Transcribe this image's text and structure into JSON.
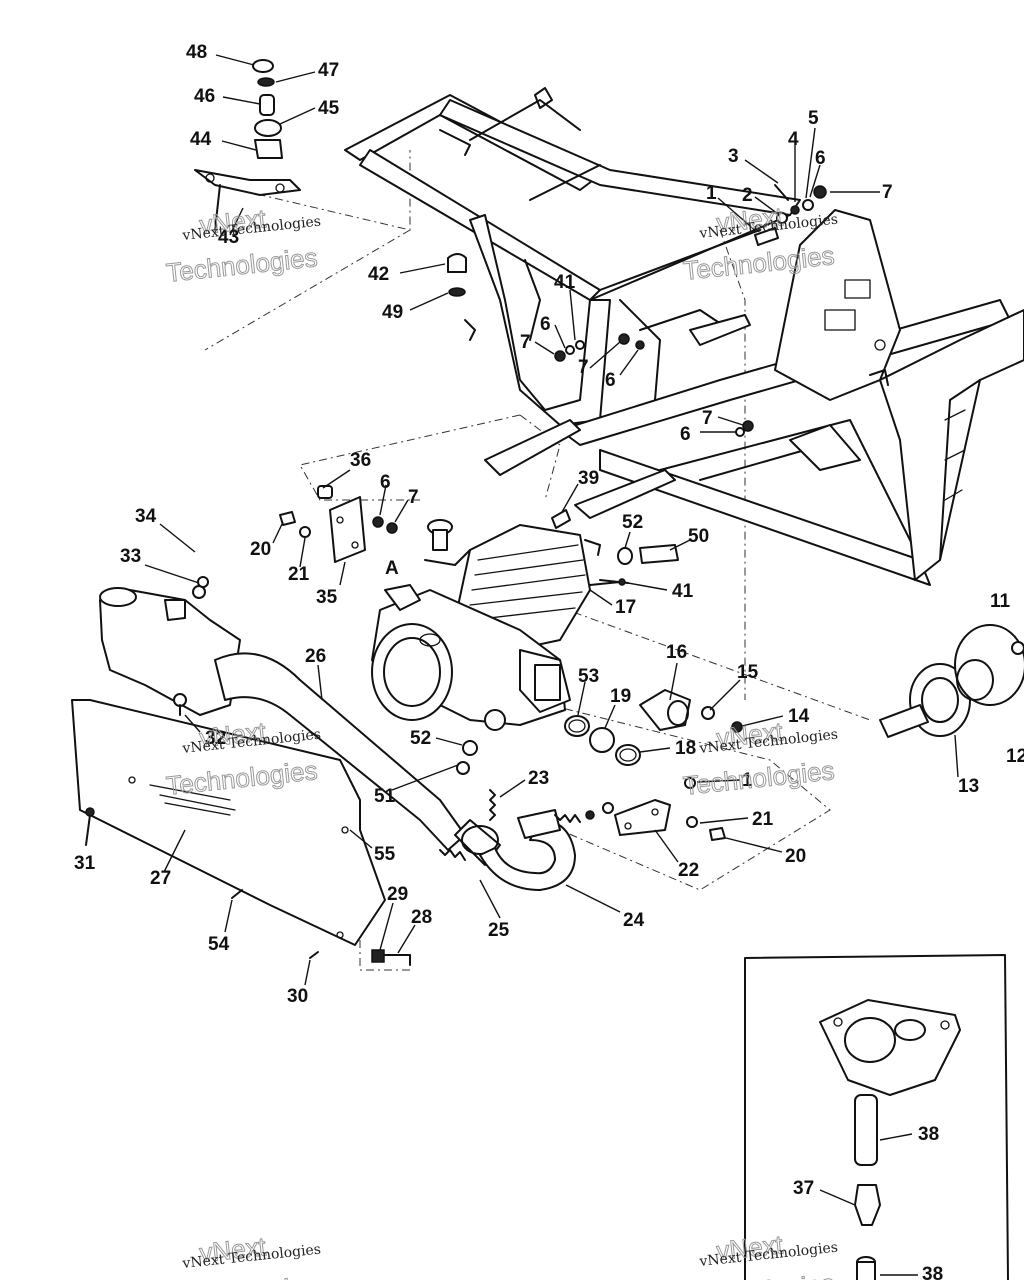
{
  "diagram": {
    "callouts": [
      {
        "label": "48"
      },
      {
        "label": "47"
      },
      {
        "label": "46"
      },
      {
        "label": "45"
      },
      {
        "label": "44"
      },
      {
        "label": "43"
      },
      {
        "label": "42"
      },
      {
        "label": "49"
      },
      {
        "label": "41"
      },
      {
        "label": "6"
      },
      {
        "label": "7"
      },
      {
        "label": "7"
      },
      {
        "label": "6"
      },
      {
        "label": "5"
      },
      {
        "label": "4"
      },
      {
        "label": "3"
      },
      {
        "label": "6"
      },
      {
        "label": "7"
      },
      {
        "label": "1"
      },
      {
        "label": "2"
      },
      {
        "label": "7"
      },
      {
        "label": "6"
      },
      {
        "label": "36"
      },
      {
        "label": "6"
      },
      {
        "label": "7"
      },
      {
        "label": "39"
      },
      {
        "label": "34"
      },
      {
        "label": "33"
      },
      {
        "label": "20"
      },
      {
        "label": "21"
      },
      {
        "label": "35"
      },
      {
        "label": "52"
      },
      {
        "label": "50"
      },
      {
        "label": "41"
      },
      {
        "label": "17"
      },
      {
        "label": "11"
      },
      {
        "label": "26"
      },
      {
        "label": "16"
      },
      {
        "label": "15"
      },
      {
        "label": "14"
      },
      {
        "label": "53"
      },
      {
        "label": "19"
      },
      {
        "label": "18"
      },
      {
        "label": "32"
      },
      {
        "label": "52"
      },
      {
        "label": "51"
      },
      {
        "label": "23"
      },
      {
        "label": "1"
      },
      {
        "label": "21"
      },
      {
        "label": "20"
      },
      {
        "label": "22"
      },
      {
        "label": "13"
      },
      {
        "label": "12"
      },
      {
        "label": "31"
      },
      {
        "label": "27"
      },
      {
        "label": "55"
      },
      {
        "label": "25"
      },
      {
        "label": "24"
      },
      {
        "label": "29"
      },
      {
        "label": "28"
      },
      {
        "label": "54"
      },
      {
        "label": "30"
      },
      {
        "label": "38"
      },
      {
        "label": "37"
      },
      {
        "label": "38"
      }
    ],
    "view_marker": "A",
    "watermarks": [
      {
        "main": "vNext Technologies",
        "ghost_top": "vNext",
        "ghost_bottom": "Technologies"
      },
      {
        "main": "vNext Technologies",
        "ghost_top": "vNext",
        "ghost_bottom": "Technologies"
      },
      {
        "main": "vNext Technologies",
        "ghost_top": "vNext",
        "ghost_bottom": "Technologies"
      },
      {
        "main": "vNext Technologies",
        "ghost_top": "vNext",
        "ghost_bottom": "Technologies"
      },
      {
        "main": "vNext Technologies",
        "ghost_top": "vNext",
        "ghost_bottom": "Technologies"
      },
      {
        "main": "vNext Technologies",
        "ghost_top": "vNext",
        "ghost_bottom": "Technologies"
      }
    ]
  }
}
